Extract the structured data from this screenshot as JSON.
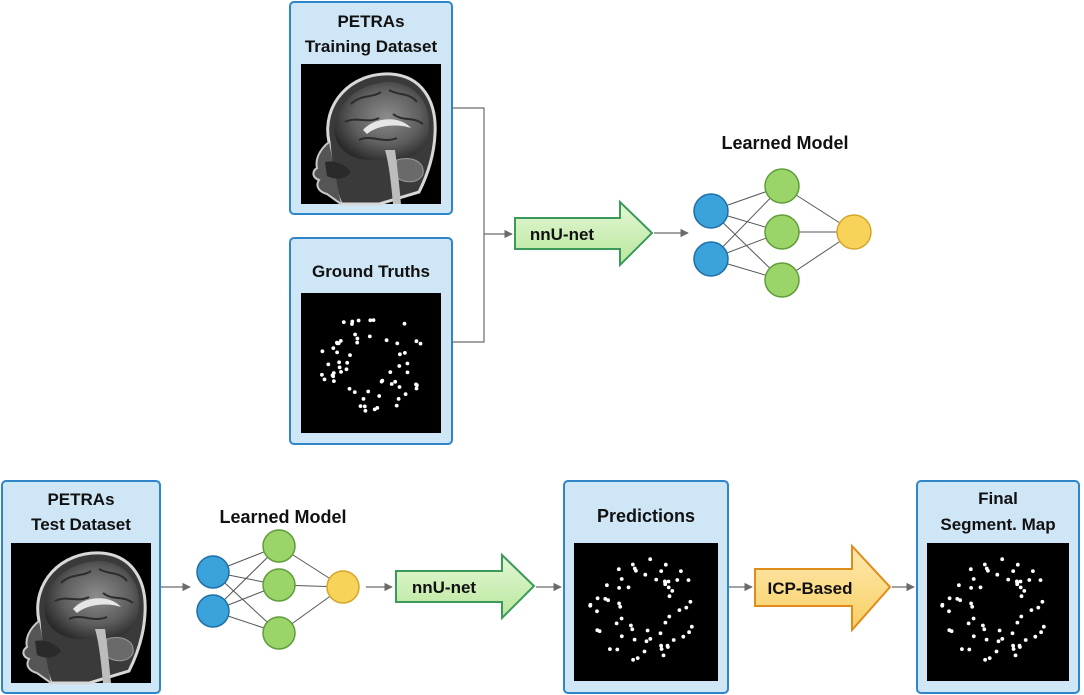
{
  "training": {
    "dataset_title_1": "PETRAs",
    "dataset_title_2": "Training Dataset",
    "ground_truth_title": "Ground Truths",
    "nnunet_label": "nnU-net",
    "learned_model_title": "Learned Model"
  },
  "testing": {
    "dataset_title_1": "PETRAs",
    "dataset_title_2": "Test Dataset",
    "learned_model_title": "Learned Model",
    "nnunet_label": "nnU-net",
    "predictions_title": "Predictions",
    "icp_label": "ICP-Based",
    "final_title_1": "Final",
    "final_title_2": "Segment. Map"
  },
  "colors": {
    "panel_fill": "#cfe6f6",
    "panel_border": "#2e86c8",
    "node_input": "#3aa3dc",
    "node_hidden": "#9bd468",
    "node_output": "#f8d35a",
    "green_arrow": "#c9efb0",
    "yellow_arrow": "#fbd87a"
  }
}
